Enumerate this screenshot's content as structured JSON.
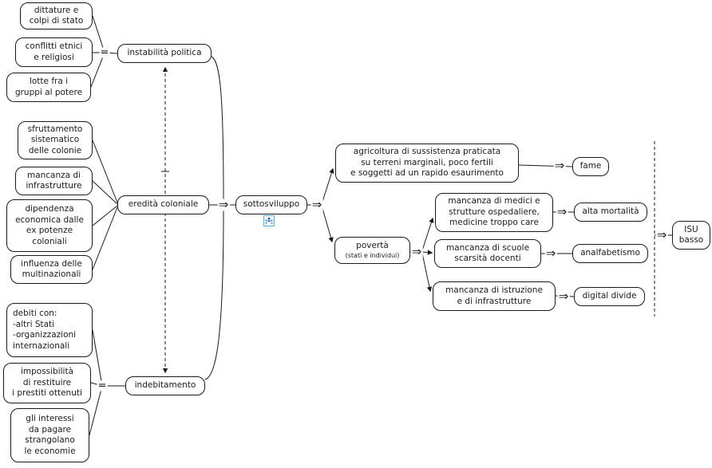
{
  "icons": {
    "equals": "=",
    "double_arrow": "⇒",
    "resource": "group-people-icon"
  },
  "colors": {
    "node_border": "#1a1a1a",
    "node_fill": "#ffffff",
    "connector": "#1a1a1a",
    "resource_icon_border": "#57aee0",
    "resource_icon_figure": "#1b5faa"
  },
  "nodes": {
    "dittature": "dittature e\ncolpi di stato",
    "conflitti": "conflitti etnici\ne religiosi",
    "lotte": "lotte fra i\ngruppi al potere",
    "instabilita_politica": "instabilità politica",
    "sfruttamento": "sfruttamento\nsistematico\ndelle colonie",
    "mancanza_infrastrutture": "mancanza di\ninfrastrutture",
    "dipendenza_economica": "dipendenza\neconomica dalle\nex potenze\ncoloniali",
    "influenza_multinazionali": "influenza delle\nmultinazionali",
    "eredita_coloniale": "eredità coloniale",
    "debiti": "debiti con:\n-altri Stati\n-organizzazioni\ninternazionali",
    "impossibilita_restituire": "impossibilità\ndi restituire\ni prestiti ottenuti",
    "interessi": "gli interessi\nda pagare\nstrangolano\nle economie",
    "indebitamento": "indebitamento",
    "sottosviluppo": "sottosviluppo",
    "agricoltura": "agricoltura di sussistenza praticata\nsu terreni marginali, poco fertili\ne soggetti ad un rapido esaurimento",
    "fame": "fame",
    "poverta": {
      "title": "povertà",
      "subtitle": "(stati e individui)"
    },
    "mancanza_medici": "mancanza di medici e\nstrutture ospedaliere,\nmedicine troppo care",
    "alta_mortalita": "alta mortalità",
    "mancanza_scuole": "mancanza di scuole\nscarsità docenti",
    "analfabetismo": "analfabetismo",
    "mancanza_istruzione": "mancanza di istruzione\ne di infrastrutture",
    "digital_divide": "digital divide",
    "isu_basso": "ISU\nbasso"
  }
}
